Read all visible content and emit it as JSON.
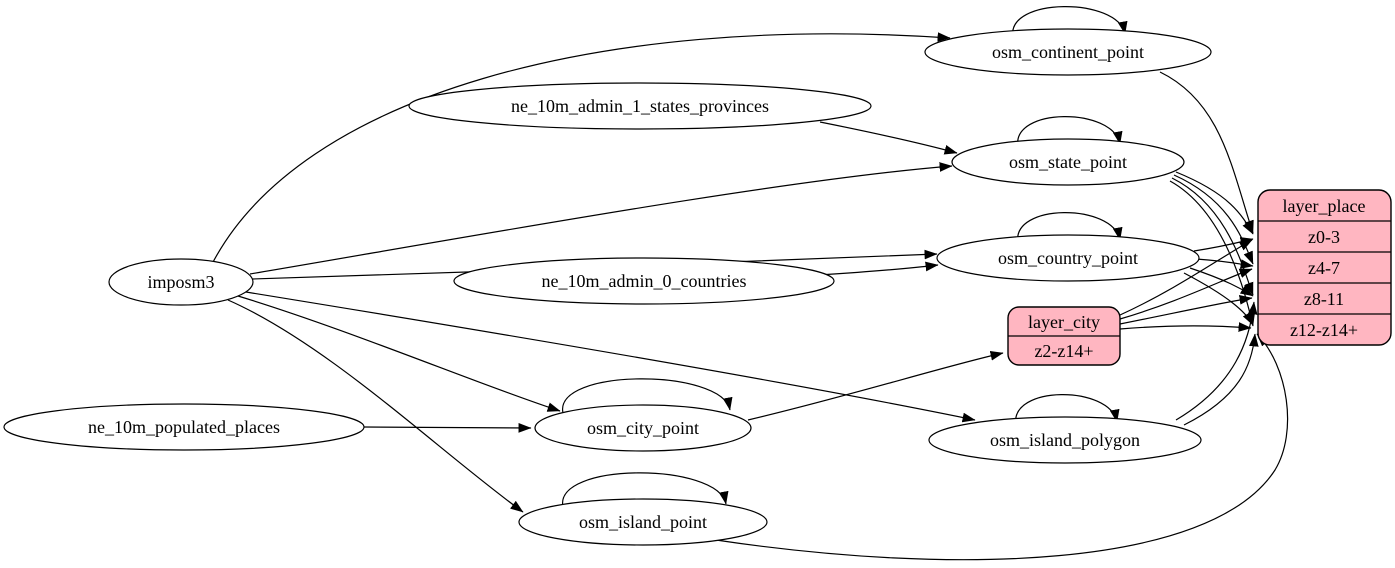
{
  "diagram": {
    "kind": "etl-graph",
    "colors": {
      "background": "#ffffff",
      "table_node_fill": "#ffffff",
      "layer_node_fill": "#ffb6c1",
      "stroke": "#000000",
      "text": "#000000"
    },
    "nodes": {
      "imposm3": {
        "label": "imposm3",
        "shape": "ellipse"
      },
      "ne_10m_admin_1_states_provinces": {
        "label": "ne_10m_admin_1_states_provinces",
        "shape": "ellipse"
      },
      "ne_10m_admin_0_countries": {
        "label": "ne_10m_admin_0_countries",
        "shape": "ellipse"
      },
      "ne_10m_populated_places": {
        "label": "ne_10m_populated_places",
        "shape": "ellipse"
      },
      "osm_continent_point": {
        "label": "osm_continent_point",
        "shape": "ellipse",
        "self_loop": true
      },
      "osm_state_point": {
        "label": "osm_state_point",
        "shape": "ellipse",
        "self_loop": true
      },
      "osm_country_point": {
        "label": "osm_country_point",
        "shape": "ellipse",
        "self_loop": true
      },
      "osm_city_point": {
        "label": "osm_city_point",
        "shape": "ellipse",
        "self_loop": true
      },
      "osm_island_polygon": {
        "label": "osm_island_polygon",
        "shape": "ellipse",
        "self_loop": true
      },
      "osm_island_point": {
        "label": "osm_island_point",
        "shape": "ellipse",
        "self_loop": true
      },
      "layer_city": {
        "label": "layer_city",
        "shape": "record",
        "rows": [
          "z2-z14+"
        ]
      },
      "layer_place": {
        "label": "layer_place",
        "shape": "record",
        "rows": [
          "z0-3",
          "z4-7",
          "z8-11",
          "z12-z14+"
        ]
      }
    },
    "edges": [
      {
        "from": "imposm3",
        "to": "osm_continent_point"
      },
      {
        "from": "imposm3",
        "to": "osm_state_point"
      },
      {
        "from": "imposm3",
        "to": "osm_country_point"
      },
      {
        "from": "imposm3",
        "to": "osm_city_point"
      },
      {
        "from": "imposm3",
        "to": "osm_island_polygon"
      },
      {
        "from": "imposm3",
        "to": "osm_island_point"
      },
      {
        "from": "ne_10m_admin_1_states_provinces",
        "to": "osm_state_point"
      },
      {
        "from": "ne_10m_admin_0_countries",
        "to": "osm_country_point"
      },
      {
        "from": "ne_10m_populated_places",
        "to": "osm_city_point"
      },
      {
        "from": "osm_continent_point",
        "to": "osm_continent_point"
      },
      {
        "from": "osm_state_point",
        "to": "osm_state_point"
      },
      {
        "from": "osm_country_point",
        "to": "osm_country_point"
      },
      {
        "from": "osm_city_point",
        "to": "osm_city_point"
      },
      {
        "from": "osm_island_polygon",
        "to": "osm_island_polygon"
      },
      {
        "from": "osm_island_point",
        "to": "osm_island_point"
      },
      {
        "from": "osm_continent_point",
        "to": "layer_place:z0-3"
      },
      {
        "from": "osm_state_point",
        "to": "layer_place:z0-3"
      },
      {
        "from": "osm_state_point",
        "to": "layer_place:z4-7"
      },
      {
        "from": "osm_state_point",
        "to": "layer_place:z8-11"
      },
      {
        "from": "osm_state_point",
        "to": "layer_place:z12-z14+"
      },
      {
        "from": "osm_country_point",
        "to": "layer_place:z0-3"
      },
      {
        "from": "osm_country_point",
        "to": "layer_place:z4-7"
      },
      {
        "from": "osm_country_point",
        "to": "layer_place:z8-11"
      },
      {
        "from": "osm_country_point",
        "to": "layer_place:z12-z14+"
      },
      {
        "from": "osm_city_point",
        "to": "layer_city:z2-z14+"
      },
      {
        "from": "layer_city:z2-z14+",
        "to": "layer_place:z0-3"
      },
      {
        "from": "layer_city:z2-z14+",
        "to": "layer_place:z4-7"
      },
      {
        "from": "layer_city:z2-z14+",
        "to": "layer_place:z8-11"
      },
      {
        "from": "layer_city:z2-z14+",
        "to": "layer_place:z12-z14+"
      },
      {
        "from": "osm_island_polygon",
        "to": "layer_place:z8-11"
      },
      {
        "from": "osm_island_polygon",
        "to": "layer_place:z12-z14+"
      },
      {
        "from": "osm_island_point",
        "to": "layer_place:z12-z14+"
      }
    ]
  }
}
